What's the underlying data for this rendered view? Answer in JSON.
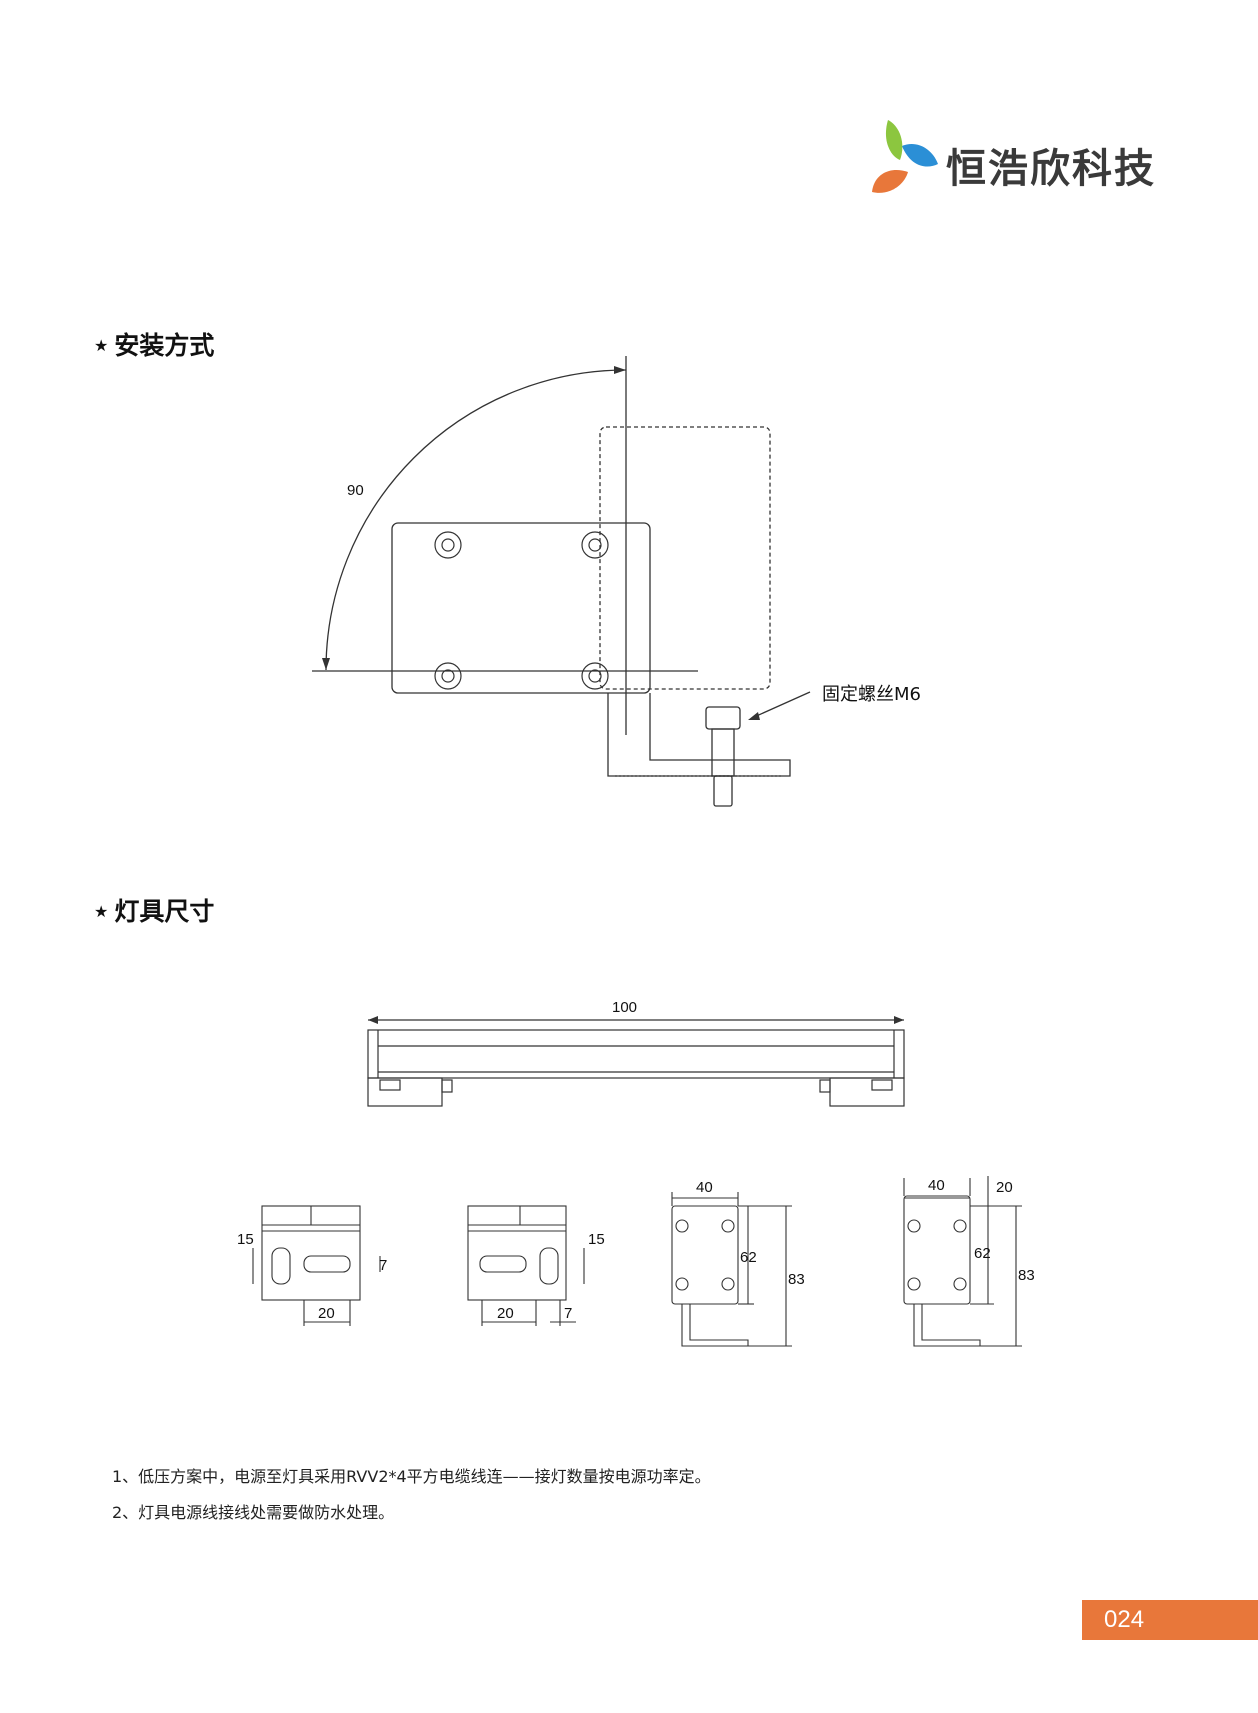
{
  "header": {
    "brand_name": "恒浩欣科技",
    "logo_colors": [
      "#8cc63f",
      "#2b8fd6",
      "#e8773a"
    ]
  },
  "installation": {
    "section_title": "安装方式",
    "angle_label": "90",
    "screw_label": "固定螺丝M6"
  },
  "dimensions": {
    "section_title": "灯具尺寸",
    "length_label": "100",
    "view_a": {
      "height": "15",
      "slot": "7",
      "width": "20"
    },
    "view_b": {
      "height": "15",
      "width": "20",
      "slot": "7"
    },
    "view_c": {
      "width": "40",
      "inner_height": "62",
      "total_height": "83"
    },
    "view_d": {
      "width": "40",
      "top": "20",
      "inner_height": "62",
      "total_height": "83"
    }
  },
  "notes": [
    "1、低压方案中，电源至灯具采用RVV2*4平方电缆线连——接灯数量按电源功率定。",
    "2、灯具电源线接线处需要做防水处理。"
  ],
  "page_number": "024",
  "colors": {
    "accent": "#e8773a"
  }
}
